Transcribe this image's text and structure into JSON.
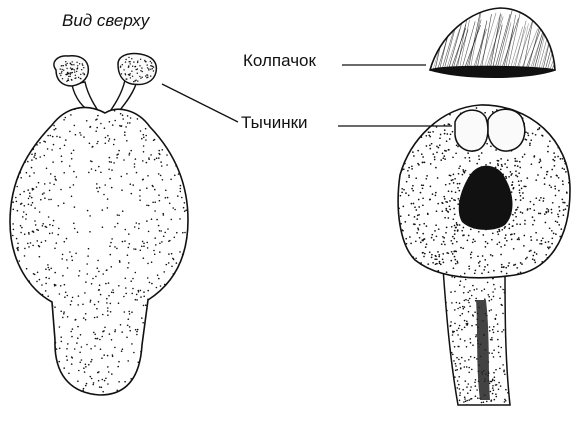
{
  "labels": {
    "top_view": "Вид сверху",
    "cap": "Колпачок",
    "stamens": "Тычинки"
  },
  "colors": {
    "ink": "#111111",
    "paper": "#ffffff"
  }
}
